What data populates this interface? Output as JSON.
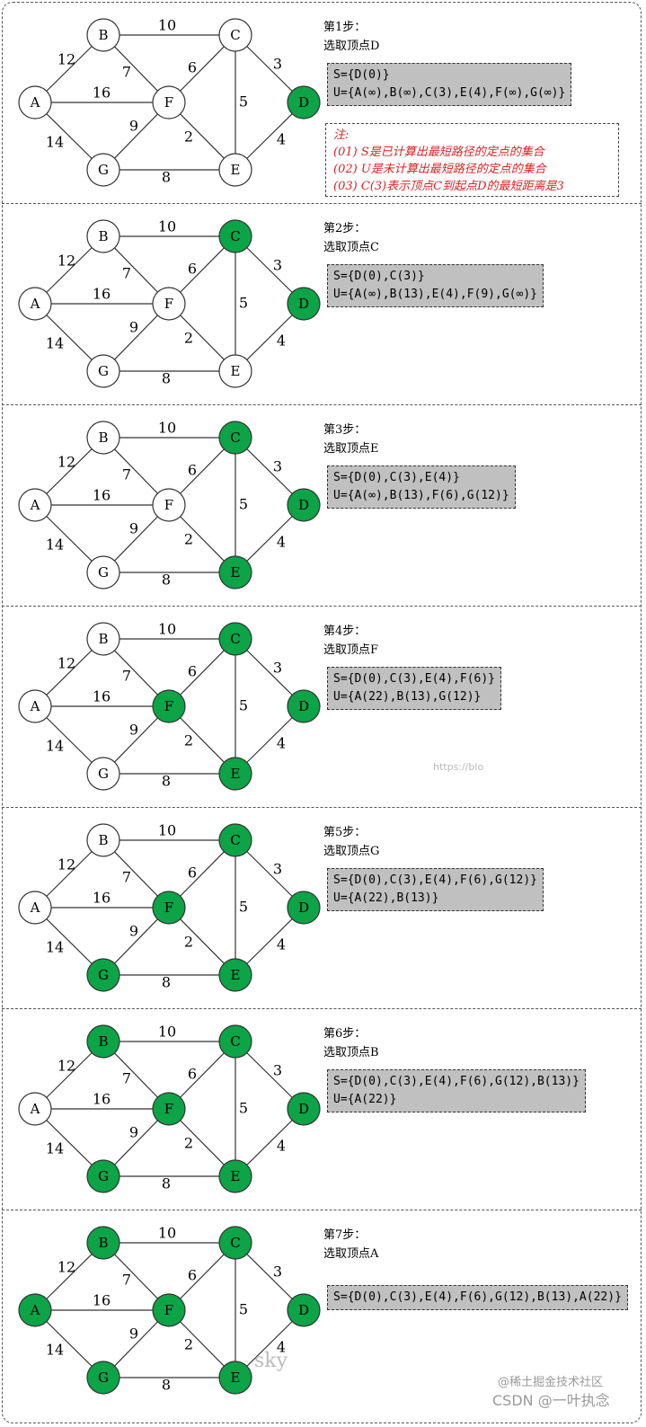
{
  "graph": {
    "nodes": [
      "A",
      "B",
      "C",
      "D",
      "E",
      "F",
      "G"
    ],
    "edges": [
      {
        "from": "A",
        "to": "B",
        "weight": "12"
      },
      {
        "from": "A",
        "to": "F",
        "weight": "16"
      },
      {
        "from": "A",
        "to": "G",
        "weight": "14"
      },
      {
        "from": "B",
        "to": "C",
        "weight": "10"
      },
      {
        "from": "B",
        "to": "F",
        "weight": "7"
      },
      {
        "from": "C",
        "to": "F",
        "weight": "6"
      },
      {
        "from": "C",
        "to": "E",
        "weight": "5"
      },
      {
        "from": "C",
        "to": "D",
        "weight": "3"
      },
      {
        "from": "D",
        "to": "E",
        "weight": "4"
      },
      {
        "from": "E",
        "to": "F",
        "weight": "2"
      },
      {
        "from": "E",
        "to": "G",
        "weight": "8"
      },
      {
        "from": "F",
        "to": "G",
        "weight": "9"
      }
    ]
  },
  "colors": {
    "selected": "#0da347",
    "unselected": "#ffffff",
    "set_box": "#c0c0c0",
    "note_text": "#d22222"
  },
  "steps": [
    {
      "title": "第1步：",
      "subtitle": "选取顶点D",
      "selected": [
        "D"
      ],
      "S": "S={D(0)}",
      "U": "U={A(∞),B(∞),C(3),E(4),F(∞),G(∞)}"
    },
    {
      "title": "第2步：",
      "subtitle": "选取顶点C",
      "selected": [
        "D",
        "C"
      ],
      "S": "S={D(0),C(3)}",
      "U": "U={A(∞),B(13),E(4),F(9),G(∞)}"
    },
    {
      "title": "第3步：",
      "subtitle": "选取顶点E",
      "selected": [
        "D",
        "C",
        "E"
      ],
      "S": "S={D(0),C(3),E(4)}",
      "U": "U={A(∞),B(13),F(6),G(12)}"
    },
    {
      "title": "第4步：",
      "subtitle": "选取顶点F",
      "selected": [
        "D",
        "C",
        "E",
        "F"
      ],
      "S": "S={D(0),C(3),E(4),F(6)}",
      "U": "U={A(22),B(13),G(12)}"
    },
    {
      "title": "第5步：",
      "subtitle": "选取顶点G",
      "selected": [
        "D",
        "C",
        "E",
        "F",
        "G"
      ],
      "S": "S={D(0),C(3),E(4),F(6),G(12)}",
      "U": "U={A(22),B(13)}"
    },
    {
      "title": "第6步：",
      "subtitle": "选取顶点B",
      "selected": [
        "D",
        "C",
        "E",
        "F",
        "G",
        "B"
      ],
      "S": "S={D(0),C(3),E(4),F(6),G(12),B(13)}",
      "U": "U={A(22)}"
    },
    {
      "title": "第7步：",
      "subtitle": "选取顶点A",
      "selected": [
        "D",
        "C",
        "E",
        "F",
        "G",
        "B",
        "A"
      ],
      "S": "S={D(0),C(3),E(4),F(6),G(12),B(13),A(22)}",
      "U": ""
    }
  ],
  "note": {
    "title": "注:",
    "lines": [
      "(01) S是已计算出最短路径的定点的集合",
      "(02) U是未计算出最短路径的定点的集合",
      "(03) C(3)表示顶点C到起点D的最短距离是3"
    ]
  },
  "watermarks": {
    "sky": "sky",
    "juejin": "@稀土掘金技术社区",
    "csdn": "CSDN @一叶执念",
    "url": "https://blo"
  }
}
